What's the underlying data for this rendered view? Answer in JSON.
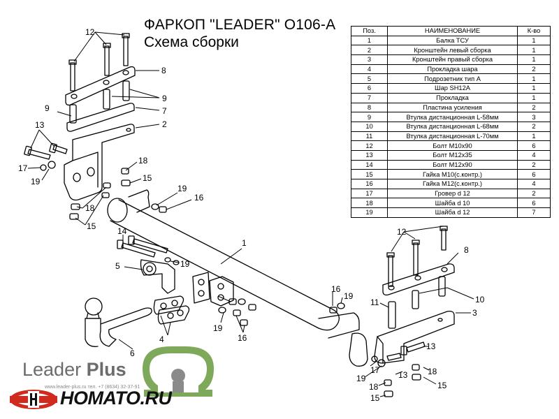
{
  "title": "ФАРКОП \"LEADER\" O106-A",
  "subtitle": "Схема сборки",
  "table": {
    "headers": [
      "Поз.",
      "НАИМЕНОВАНИЕ",
      "К-во"
    ],
    "rows": [
      [
        "1",
        "Балка ТСУ",
        "1"
      ],
      [
        "2",
        "Кронштейн левый сборка",
        "1"
      ],
      [
        "3",
        "Кронштейн правый сборка",
        "1"
      ],
      [
        "4",
        "Прокладка шара",
        "2"
      ],
      [
        "5",
        "Подрозетник тип А",
        "1"
      ],
      [
        "6",
        "Шар SH12A",
        "1"
      ],
      [
        "7",
        "Прокладка",
        "1"
      ],
      [
        "8",
        "Пластина усиления",
        "2"
      ],
      [
        "9",
        "Втулка дистанционная L-58мм",
        "3"
      ],
      [
        "10",
        "Втулка дистанционная L-68мм",
        "2"
      ],
      [
        "11",
        "Втулка дистанционная L-70мм",
        "1"
      ],
      [
        "12",
        "Болт M10x90",
        "6"
      ],
      [
        "13",
        "Болт M12x35",
        "4"
      ],
      [
        "14",
        "Болт M12x90",
        "2"
      ],
      [
        "15",
        "Гайка  M10(с.контр.)",
        "6"
      ],
      [
        "16",
        "Гайка M12(с.контр.)",
        "4"
      ],
      [
        "17",
        "Гровер d 12",
        "2"
      ],
      [
        "18",
        "Шайба d 10",
        "6"
      ],
      [
        "19",
        "Шайба d 12",
        "7"
      ]
    ]
  },
  "callouts": [
    "12",
    "8",
    "9",
    "9",
    "7",
    "2",
    "13",
    "17",
    "19",
    "18",
    "15",
    "18",
    "15",
    "19",
    "16",
    "1",
    "14",
    "5",
    "19",
    "6",
    "4",
    "16",
    "19",
    "19",
    "16",
    "12",
    "8",
    "11",
    "10",
    "3",
    "13",
    "18",
    "15",
    "17",
    "19",
    "13",
    "18",
    "15"
  ],
  "logo": {
    "brand": "Leader",
    "brand_bold": "Plus",
    "site_info": "www.leader-plus.ru   тел. +7 (8634) 32-37-91",
    "store": "HOMATO.RU"
  },
  "colors": {
    "line": "#000000",
    "logo_green": "#7fa95a",
    "logo_gray": "#8a8a8a",
    "logo_red": "#d02a1e"
  }
}
